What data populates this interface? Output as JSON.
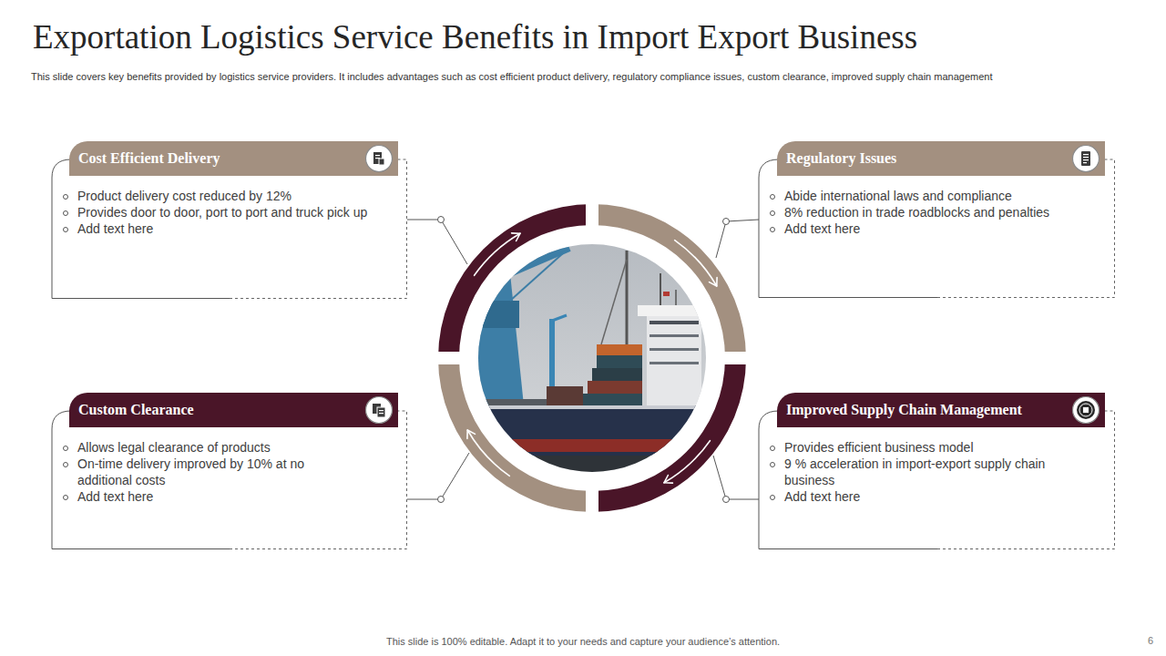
{
  "diagram": {
    "title": "Exportation Logistics Service Benefits in Import Export Business",
    "nodes": [
      {
        "text": [
          "Cost Efficient Delivery",
          "Product delivery cost reduced by 12%",
          "Provides door to door, port to port and truck pick up",
          "Add text here"
        ]
      },
      {
        "text": [
          "Regulatory Issues",
          "Abide international laws and compliance",
          "8% reduction in trade roadblocks and penalties",
          "Add text here"
        ]
      },
      {
        "text": [
          "Custom Clearance",
          "Allows legal clearance of products",
          "On-time delivery improved by 10% at no additional costs",
          "Add text here"
        ]
      },
      {
        "text": [
          "Improved Supply Chain Management",
          "Provides efficient business model",
          "9 % acceleration in import-export supply chain business",
          "Add text here"
        ]
      }
    ],
    "labels": [
      "This slide covers key benefits provided by logistics service providers. It includes advantages such as cost efficient product delivery, regulatory compliance issues, custom clearance, improved supply chain management",
      "This slide is 100% editable. Adapt it to your needs and capture your audience’s attention.",
      "6"
    ]
  }
}
